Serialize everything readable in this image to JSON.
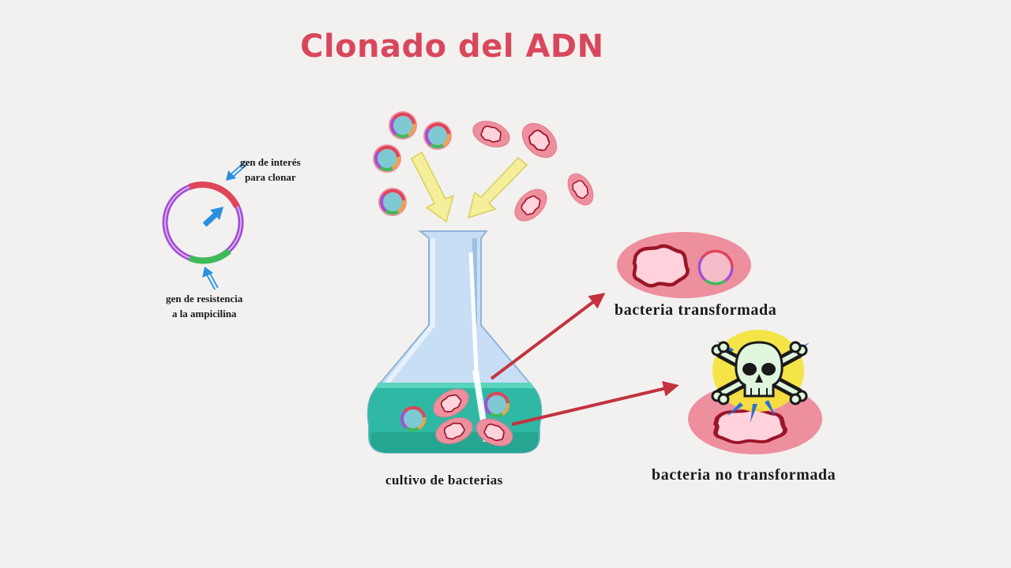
{
  "title": "Clonado del ADN",
  "labels": {
    "gene_interest_line1": "gen de interés",
    "gene_interest_line2": "para clonar",
    "resistance_line1": "gen de resistencia",
    "resistance_line2": "a la ampicilina",
    "culture": "cultivo de bacterias",
    "transformed": "bacteria transformada",
    "not_transformed": "bacteria no transformada"
  },
  "colors": {
    "title": "#d9475c",
    "plasmid_ring": "#a34fd6",
    "gene_interest": "#e0455a",
    "resistance_gene": "#3dbb5a",
    "pointer_arrow": "#2a8fe0",
    "bacteria_fill": "#ee8f9e",
    "bacteria_dna": "#9b1428",
    "culture_liquid": "#2fb9a4",
    "flask_glass": "#b9d6f2",
    "incoming_arrow": "#f5ee9a",
    "outcome_arrow": "#c4323f",
    "glow": "#f4e33a",
    "skull_icon": "#1a1a1a"
  }
}
